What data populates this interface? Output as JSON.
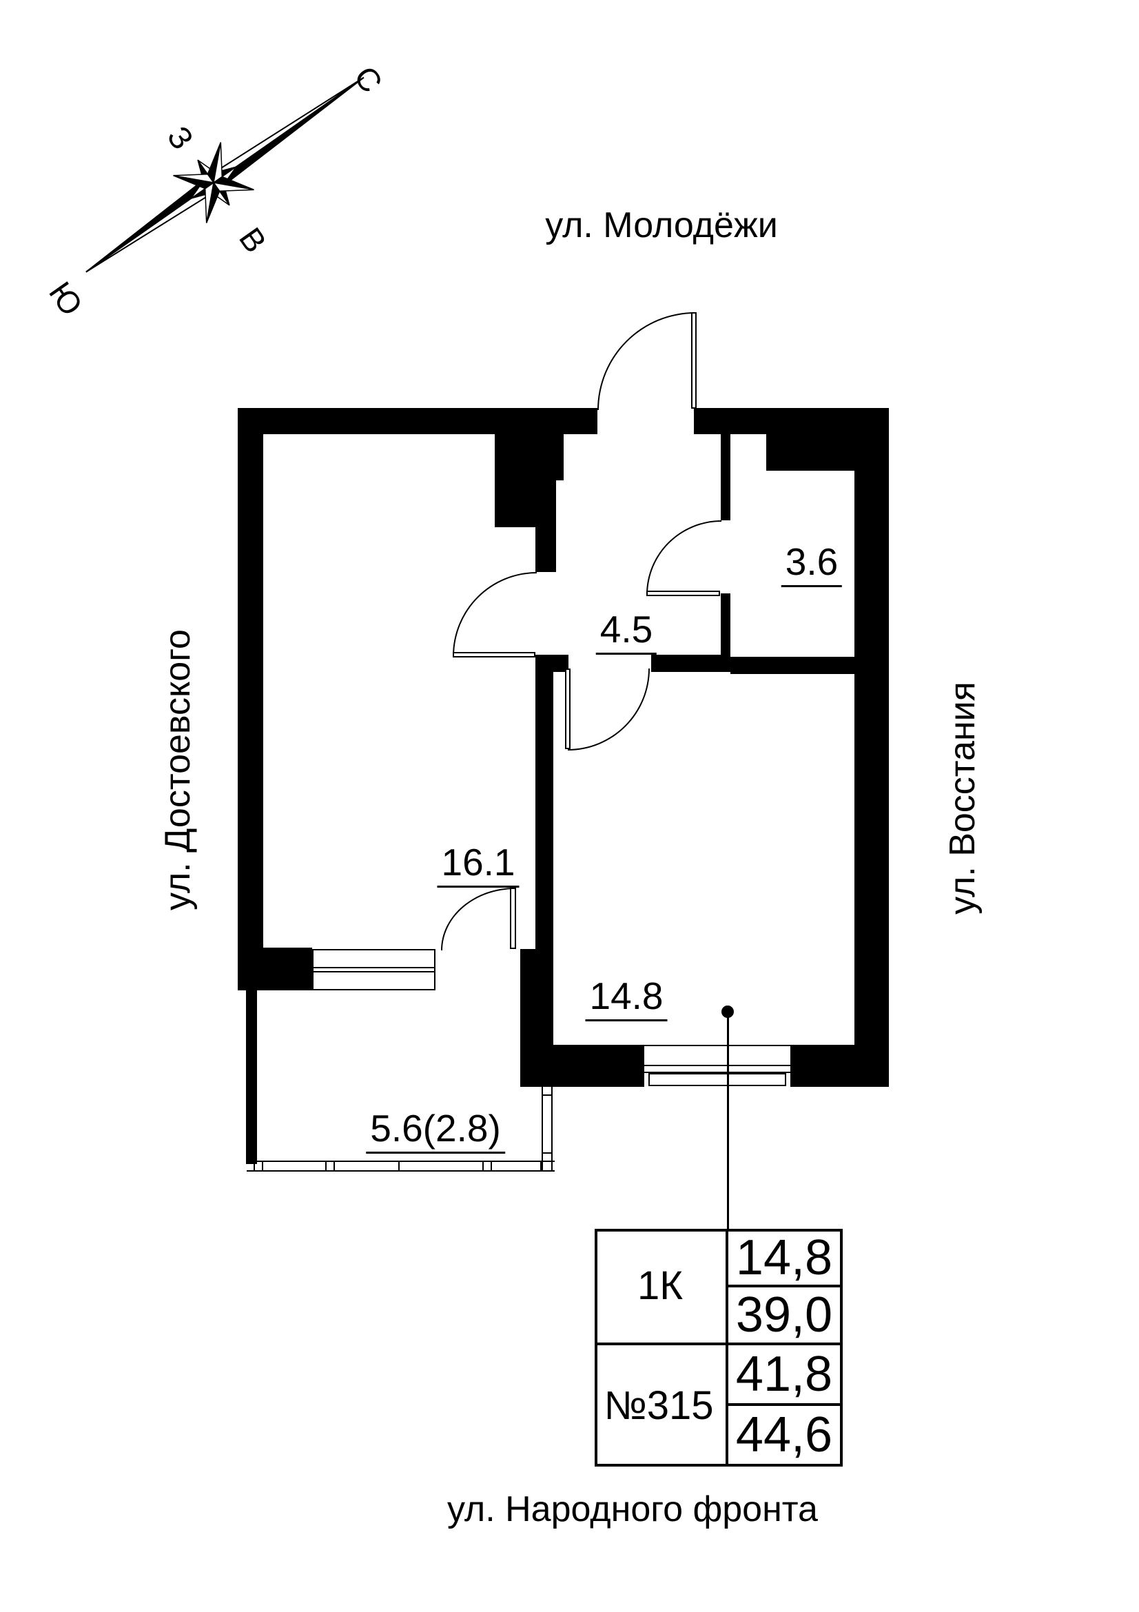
{
  "compass": {
    "north": "С",
    "south": "Ю",
    "west": "З",
    "east": "В"
  },
  "streets": {
    "top": "ул. Молодёжи",
    "left": "ул. Достоевского",
    "right": "ул. Восстания",
    "bottom": "ул. Народного фронта"
  },
  "rooms": [
    {
      "name": "room-16-1",
      "area": "16.1"
    },
    {
      "name": "hall-4-5",
      "area": "4.5"
    },
    {
      "name": "bathroom-3-6",
      "area": "3.6"
    },
    {
      "name": "room-14-8",
      "area": "14.8"
    },
    {
      "name": "balcony",
      "area": "5.6(2.8)"
    }
  ],
  "info_table": {
    "row1_label": "1К",
    "row1_value_top": "14,8",
    "row1_value_bottom": "39,0",
    "row2_label": "№315",
    "row2_value_top": "41,8",
    "row2_value_bottom": "44,6"
  },
  "colors": {
    "ink": "#000000",
    "paper": "#ffffff"
  }
}
